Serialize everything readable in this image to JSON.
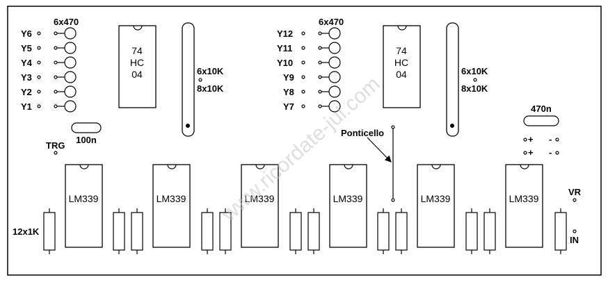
{
  "left_side": {
    "pin_labels": [
      "Y6",
      "Y5",
      "Y4",
      "Y3",
      "Y2",
      "Y1"
    ],
    "resistor_label": "6x470",
    "ic": [
      "74",
      "HC",
      "04"
    ],
    "capacitor_label": "100n",
    "trigger_label": "TRG"
  },
  "right_side": {
    "pin_labels": [
      "Y12",
      "Y11",
      "Y10",
      "Y9",
      "Y8",
      "Y7"
    ],
    "resistor_label": "6x470",
    "ic": [
      "74",
      "HC",
      "04"
    ]
  },
  "network_left": [
    "6x10K",
    "8x10K"
  ],
  "network_right": [
    "6x10K",
    "8x10K"
  ],
  "comparators": [
    "LM339",
    "LM339",
    "LM339",
    "LM339",
    "LM339",
    "LM339"
  ],
  "bottom_resistor_label": "12x1K",
  "jumper_label": "Ponticello",
  "cap_470_label": "470n",
  "power_labels": [
    "+",
    "-",
    "+",
    "-"
  ],
  "vr_label": "VR",
  "in_label": "IN",
  "watermark": "www.ricordate-jul.com"
}
